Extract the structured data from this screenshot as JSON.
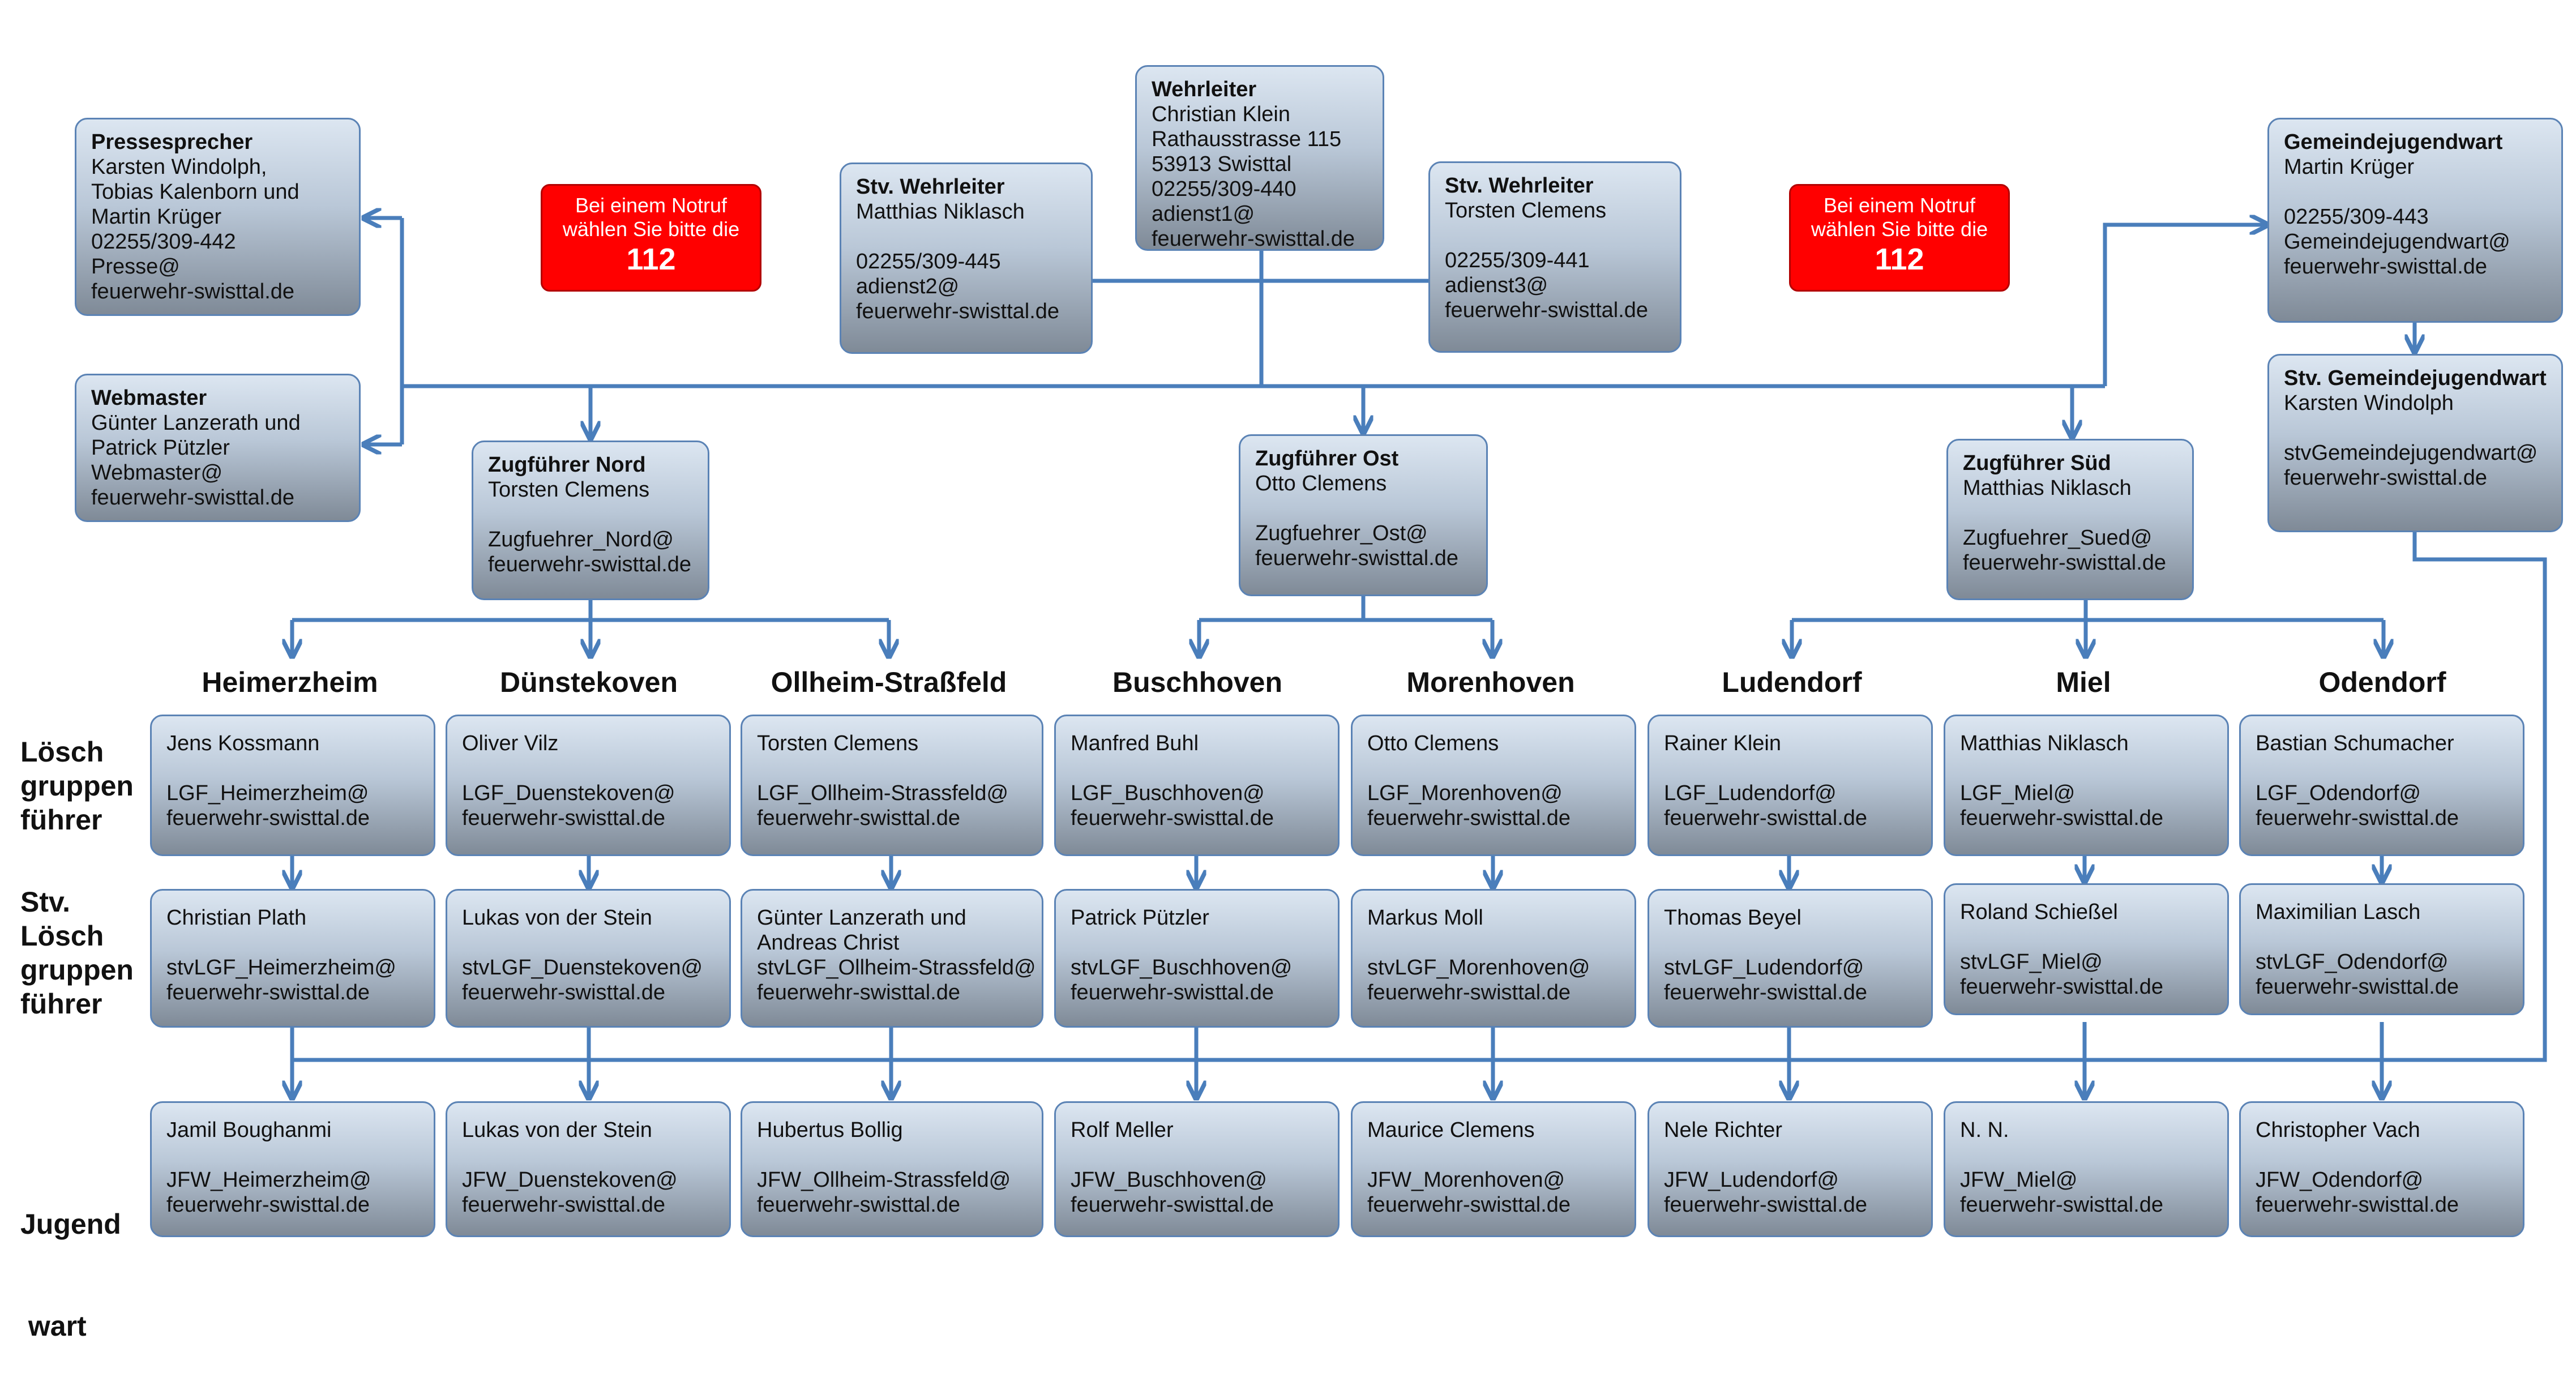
{
  "colors": {
    "connector": "#4a7ebb",
    "box_border": "#5b83b5",
    "alert": "#ff0000",
    "alert_text": "#ffffff"
  },
  "top": {
    "wehrleiter": {
      "title": "Wehrleiter",
      "lines": [
        "Christian Klein",
        "Rathausstrasse 115",
        "53913 Swisttal",
        "02255/309-440",
        "adienst1@",
        "feuerwehr-swisttal.de"
      ]
    },
    "stv_left": {
      "title": "Stv. Wehrleiter",
      "name": "Matthias Niklasch",
      "lines": [
        "02255/309-445",
        "adienst2@",
        "feuerwehr-swisttal.de"
      ]
    },
    "stv_right": {
      "title": "Stv. Wehrleiter",
      "name": "Torsten Clemens",
      "lines": [
        "02255/309-441",
        "adienst3@",
        "feuerwehr-swisttal.de"
      ]
    },
    "presse": {
      "title": "Pressesprecher",
      "lines": [
        "Karsten Windolph,",
        "Tobias Kalenborn und",
        "Martin Krüger",
        "02255/309-442",
        "Presse@",
        "feuerwehr-swisttal.de"
      ]
    },
    "webmaster": {
      "title": "Webmaster",
      "lines": [
        "Günter Lanzerath und",
        "Patrick Pützler",
        "Webmaster@",
        "feuerwehr-swisttal.de"
      ]
    },
    "gemeindejugendwart": {
      "title": "Gemeindejugendwart",
      "name": "Martin Krüger",
      "lines": [
        "02255/309-443",
        "Gemeindejugendwart@",
        "feuerwehr-swisttal.de"
      ]
    },
    "stv_gemeindejugendwart": {
      "title": "Stv. Gemeindejugendwart",
      "name": "Karsten Windolph",
      "lines": [
        "stvGemeindejugendwart@",
        "feuerwehr-swisttal.de"
      ]
    }
  },
  "alerts": [
    {
      "small1": "Bei einem Notruf",
      "small2": "wählen Sie bitte die",
      "number": "112"
    },
    {
      "small1": "Bei einem Notruf",
      "small2": "wählen Sie bitte die",
      "number": "112"
    }
  ],
  "zugfuehrer": [
    {
      "title": "Zugführer Nord",
      "name": "Torsten Clemens",
      "lines": [
        "Zugfuehrer_Nord@",
        "feuerwehr-swisttal.de"
      ]
    },
    {
      "title": "Zugführer Ost",
      "name": "Otto Clemens",
      "lines": [
        "Zugfuehrer_Ost@",
        "feuerwehr-swisttal.de"
      ]
    },
    {
      "title": "Zugführer Süd",
      "name": "Matthias Niklasch",
      "lines": [
        "Zugfuehrer_Sued@",
        "feuerwehr-swisttal.de"
      ]
    }
  ],
  "row_labels": [
    [
      "Lösch",
      "gruppen",
      "führer"
    ],
    [
      "Stv.",
      "Lösch",
      "gruppen",
      "führer"
    ],
    [
      "Jugend",
      " wart"
    ]
  ],
  "groups": [
    {
      "name": "Heimerzheim",
      "lgf": {
        "name": "Jens Kossmann",
        "email": "LGF_Heimerzheim@"
      },
      "stv": {
        "name": "Christian Plath",
        "email": "stvLGF_Heimerzheim@"
      },
      "jfw": {
        "name": "Jamil Boughanmi",
        "email": "JFW_Heimerzheim@"
      }
    },
    {
      "name": "Dünstekoven",
      "lgf": {
        "name": "Oliver Vilz",
        "email": "LGF_Duenstekoven@"
      },
      "stv": {
        "name": "Lukas von der Stein",
        "email": "stvLGF_Duenstekoven@"
      },
      "jfw": {
        "name": "Lukas von der Stein",
        "email": "JFW_Duenstekoven@"
      }
    },
    {
      "name": "Ollheim-Straßfeld",
      "lgf": {
        "name": "Torsten Clemens",
        "email": "LGF_Ollheim-Strassfeld@"
      },
      "stv": {
        "name": "Günter Lanzerath und",
        "name2": "Andreas Christ",
        "email": "stvLGF_Ollheim-Strassfeld@"
      },
      "jfw": {
        "name": "Hubertus Bollig",
        "email": "JFW_Ollheim-Strassfeld@"
      }
    },
    {
      "name": "Buschhoven",
      "lgf": {
        "name": "Manfred Buhl",
        "email": "LGF_Buschhoven@"
      },
      "stv": {
        "name": "Patrick Pützler",
        "email": "stvLGF_Buschhoven@"
      },
      "jfw": {
        "name": "Rolf Meller",
        "email": "JFW_Buschhoven@"
      }
    },
    {
      "name": "Morenhoven",
      "lgf": {
        "name": "Otto Clemens",
        "email": "LGF_Morenhoven@"
      },
      "stv": {
        "name": "Markus Moll",
        "email": "stvLGF_Morenhoven@"
      },
      "jfw": {
        "name": "Maurice Clemens",
        "email": "JFW_Morenhoven@"
      }
    },
    {
      "name": "Ludendorf",
      "lgf": {
        "name": "Rainer Klein",
        "email": "LGF_Ludendorf@"
      },
      "stv": {
        "name": "Thomas Beyel",
        "email": "stvLGF_Ludendorf@"
      },
      "jfw": {
        "name": "Nele Richter",
        "email": "JFW_Ludendorf@"
      }
    },
    {
      "name": "Miel",
      "lgf": {
        "name": "Matthias Niklasch",
        "email": "LGF_Miel@"
      },
      "stv": {
        "name": "Roland Schießel",
        "email": "stvLGF_Miel@"
      },
      "jfw": {
        "name": "N. N.",
        "email": "JFW_Miel@"
      }
    },
    {
      "name": "Odendorf",
      "lgf": {
        "name": "Bastian Schumacher",
        "email": "LGF_Odendorf@"
      },
      "stv": {
        "name": "Maximilian Lasch",
        "email": "stvLGF_Odendorf@"
      },
      "jfw": {
        "name": "Christopher Vach",
        "email": "JFW_Odendorf@"
      }
    }
  ],
  "domain": "feuerwehr-swisttal.de"
}
